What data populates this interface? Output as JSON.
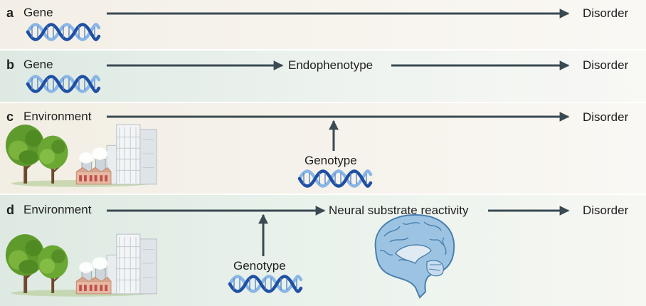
{
  "panels": [
    {
      "letter": "a",
      "start": "Gene",
      "end": "Disorder"
    },
    {
      "letter": "b",
      "start": "Gene",
      "middle": "Endophenotype",
      "end": "Disorder"
    },
    {
      "letter": "c",
      "start": "Environment",
      "modifier": "Genotype",
      "end": "Disorder"
    },
    {
      "letter": "d",
      "start": "Environment",
      "modifier": "Genotype",
      "middle": "Neural substrate reactivity",
      "end": "Disorder"
    }
  ],
  "colors": {
    "arrow": "#3a4a52",
    "dna_dark": "#1e4fa3",
    "dna_light": "#8ab6e6",
    "tree": "#5f9b2c",
    "brain": "#9cc4e2"
  },
  "icons": [
    "dna-icon",
    "trees-icon",
    "factory-icon",
    "buildings-icon",
    "brain-icon"
  ]
}
